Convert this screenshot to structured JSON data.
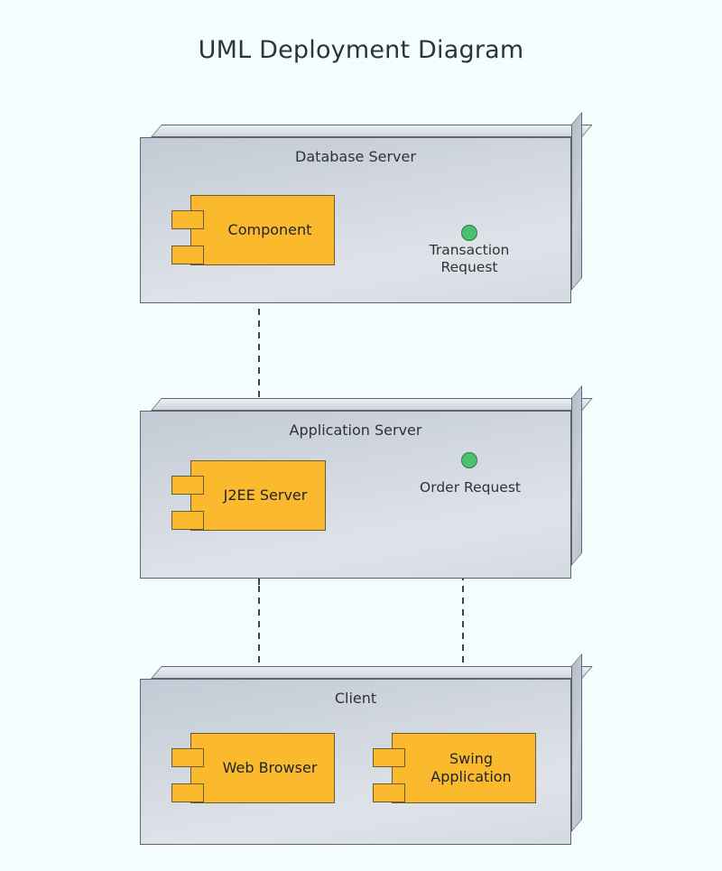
{
  "page": {
    "title": "UML Deployment Diagram",
    "background_color": "#f4fdfe"
  },
  "colors": {
    "node_fill": "#ced4dd",
    "node_stroke": "#5d6570",
    "component_fill": "#fbb92e",
    "component_stroke": "#6b5a30",
    "interface_fill": "#4ac272",
    "interface_stroke": "#2c7a45",
    "edge_stroke": "#3d434b",
    "text": "#2e3338"
  },
  "nodes": [
    {
      "id": "database-server",
      "label": "Database Server",
      "components": [
        {
          "id": "component",
          "label": "Component"
        }
      ],
      "interfaces": [
        {
          "id": "transaction-request",
          "label": "Transaction\nRequest"
        }
      ]
    },
    {
      "id": "application-server",
      "label": "Application Server",
      "components": [
        {
          "id": "j2ee-server",
          "label": "J2EE Server"
        }
      ],
      "interfaces": [
        {
          "id": "order-request",
          "label": "Order Request"
        }
      ]
    },
    {
      "id": "client",
      "label": "Client",
      "components": [
        {
          "id": "web-browser",
          "label": "Web Browser"
        },
        {
          "id": "swing-application",
          "label": "Swing\nApplication"
        }
      ],
      "interfaces": []
    }
  ],
  "edges": [
    {
      "id": "web-browser-to-j2ee-server",
      "from": "web-browser",
      "to": "j2ee-server",
      "style": "dashed",
      "arrow": "open",
      "kind": "dependency"
    },
    {
      "id": "swing-application-to-j2ee-server",
      "from": "swing-application",
      "to": "j2ee-server",
      "style": "dashed",
      "arrow": "open",
      "kind": "dependency"
    },
    {
      "id": "j2ee-server-to-component",
      "from": "j2ee-server",
      "to": "component",
      "style": "dashed",
      "arrow": "open",
      "kind": "dependency"
    },
    {
      "id": "component-to-transaction-request",
      "from": "component",
      "to": "transaction-request",
      "style": "solid",
      "arrow": "none",
      "kind": "provided-interface"
    },
    {
      "id": "j2ee-server-to-order-request",
      "from": "j2ee-server",
      "to": "order-request",
      "style": "solid",
      "arrow": "none",
      "kind": "provided-interface"
    }
  ]
}
